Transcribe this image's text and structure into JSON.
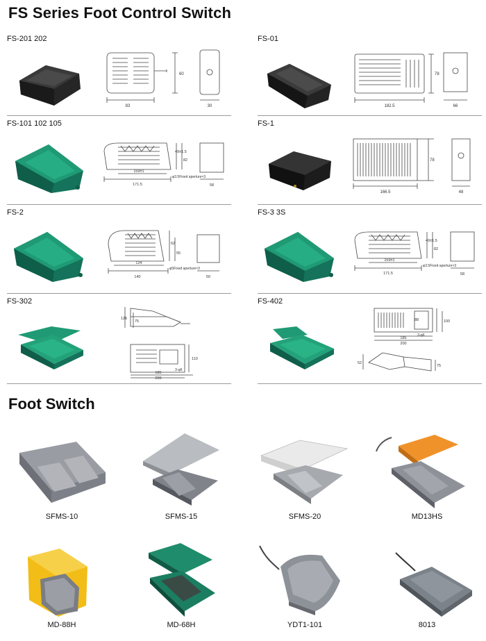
{
  "section1_title": "FS Series Foot Control Switch",
  "section2_title": "Foot Switch",
  "series": [
    {
      "label": "FS-201 202",
      "color": "dark",
      "dims": {
        "w": "83",
        "h": "60",
        "d": "30"
      }
    },
    {
      "label": "FS-01",
      "color": "dark",
      "dims": {
        "w": "182.5",
        "h": "78",
        "d": "66"
      }
    },
    {
      "label": "FS-101 102 105",
      "color": "green",
      "dims": {
        "w1": "159±1",
        "w2": "171.5",
        "h1": "49±1.5",
        "h2": "82",
        "hole": "φ3.5Fixed aperture×3",
        "d": "58"
      }
    },
    {
      "label": "FS-1",
      "color": "dark",
      "dims": {
        "w": "166.5",
        "h": "78",
        "d": "48"
      }
    },
    {
      "label": "FS-2",
      "color": "green",
      "dims": {
        "w1": "124",
        "w2": "140",
        "h1": "62",
        "h2": "55",
        "hole": "φ5Fixed aperture×3",
        "d": "50"
      }
    },
    {
      "label": "FS-3 3S",
      "color": "green",
      "dims": {
        "w1": "159±1",
        "w2": "171.5",
        "h1": "49±1.5",
        "h2": "82",
        "hole": "φ3.5Fixed aperture×3",
        "d": "58"
      }
    },
    {
      "label": "FS-302",
      "color": "green",
      "dims": {
        "h1": "126",
        "h2": "75",
        "w1": "185",
        "w2": "200",
        "h3": "110",
        "hole": "3-φ6"
      }
    },
    {
      "label": "FS-402",
      "color": "green",
      "dims": {
        "h1": "100",
        "h2": "88",
        "w1": "185",
        "w2": "200",
        "h3": "52",
        "h4": "75",
        "hole": "3-φ6"
      }
    }
  ],
  "foot_switches": [
    {
      "name": "SFMS-10",
      "color": "gray"
    },
    {
      "name": "SFMS-15",
      "color": "silver"
    },
    {
      "name": "SFMS-20",
      "color": "white"
    },
    {
      "name": "MD13HS",
      "color": "orange"
    },
    {
      "name": "MD-88H",
      "color": "yellow"
    },
    {
      "name": "MD-68H",
      "color": "green"
    },
    {
      "name": "YDT1-101",
      "color": "silver"
    },
    {
      "name": "8013",
      "color": "gray"
    }
  ],
  "colors": {
    "dark": "#2e2e2e",
    "green": "#1e8a66",
    "gray": "#8c8f96",
    "rule": "#9a9a9a"
  }
}
